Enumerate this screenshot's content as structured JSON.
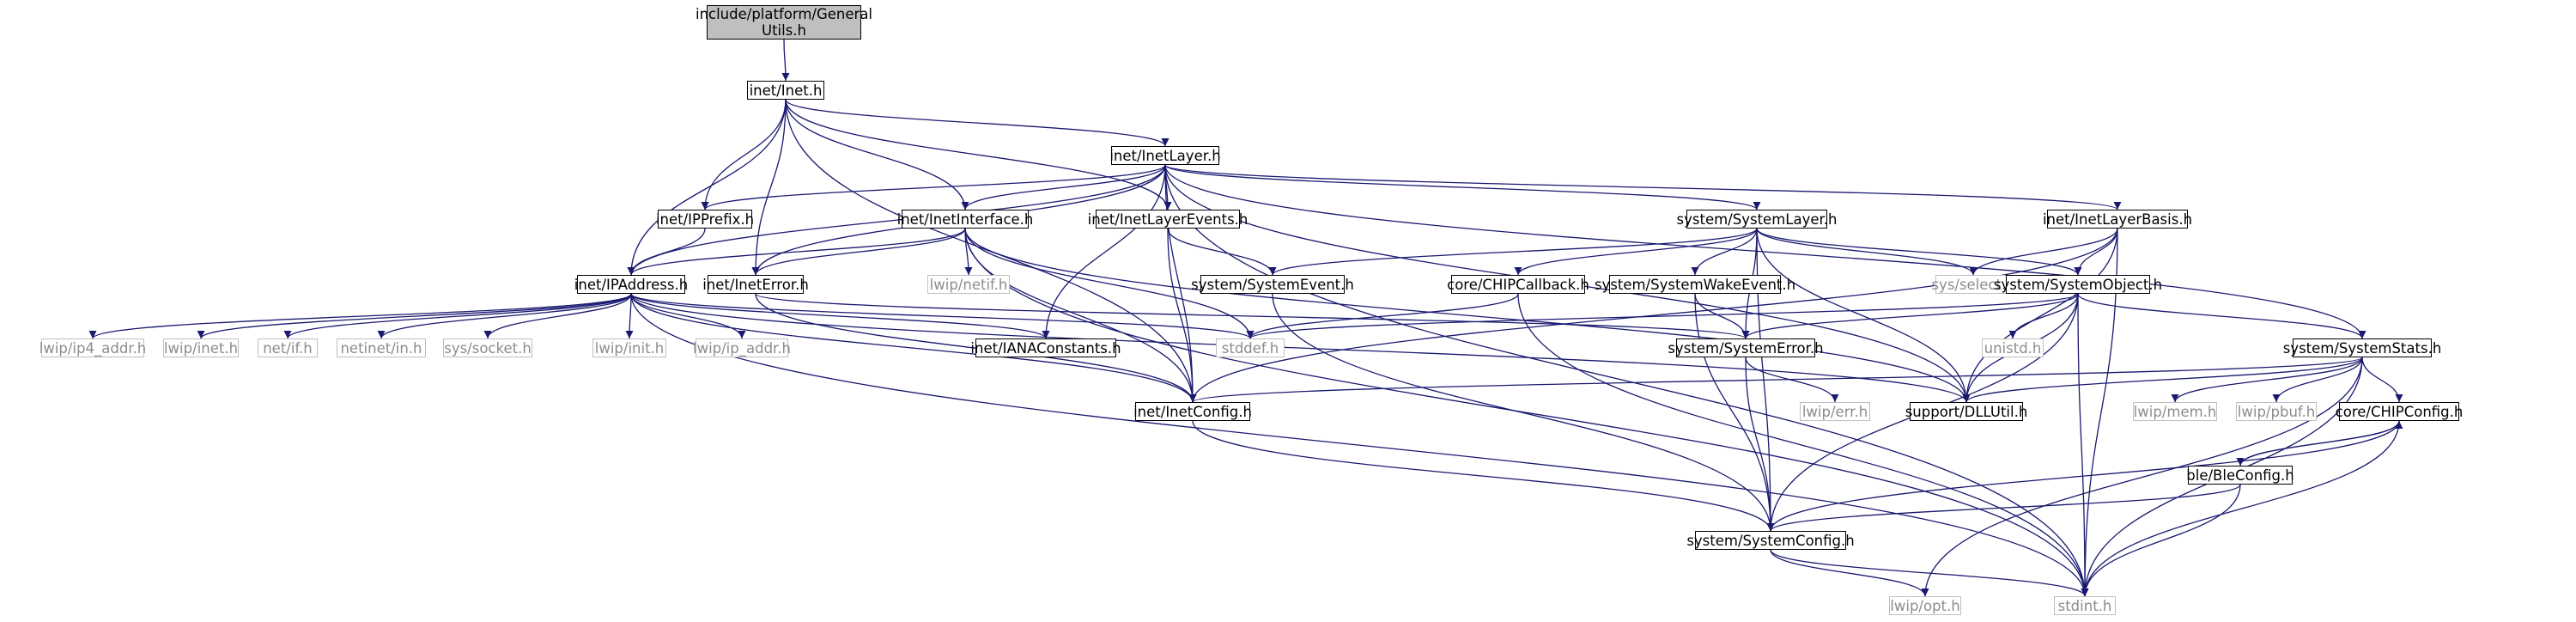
{
  "diagram_title": "",
  "colors": {
    "edge": "#191970",
    "node_border": "#000000",
    "external_border": "#bfbfbf",
    "external_text": "#8c8c8c",
    "root_fill": "#bfbfbf"
  },
  "nodes": {
    "root": "include/platform/General Utils.h",
    "inet_h": "inet/Inet.h",
    "inetlayer": "inet/InetLayer.h",
    "ipprefix": "inet/IPPrefix.h",
    "inetinterface": "inet/InetInterface.h",
    "inetlayerevents": "inet/InetLayerEvents.h",
    "systemlayer": "system/SystemLayer.h",
    "inetlayerbasis": "inet/InetLayerBasis.h",
    "ipaddress": "inet/IPAddress.h",
    "ineterror": "inet/InetError.h",
    "lwip_netif": "lwip/netif.h",
    "systemevent": "system/SystemEvent.h",
    "chipcallback": "core/CHIPCallback.h",
    "systemwakeevent": "system/SystemWakeEvent.h",
    "sys_select": "sys/select.h",
    "systemobject": "system/SystemObject.h",
    "lwip_ip4": "lwip/ip4_addr.h",
    "lwip_inet": "lwip/inet.h",
    "net_if": "net/if.h",
    "netinet_in": "netinet/in.h",
    "sys_socket": "sys/socket.h",
    "lwip_init": "lwip/init.h",
    "lwip_ipaddr": "lwip/ip_addr.h",
    "ianaconstants": "inet/IANAConstants.h",
    "stddef": "stddef.h",
    "systemerror": "system/SystemError.h",
    "unistd": "unistd.h",
    "systemstats": "system/SystemStats.h",
    "inetconfig": "inet/InetConfig.h",
    "dlutil": "support/DLLUtil.h",
    "lwip_err": "lwip/err.h",
    "lwip_mem": "lwip/mem.h",
    "lwip_pbuf": "lwip/pbuf.h",
    "chipconfig": "core/CHIPConfig.h",
    "bleconfig": "ble/BleConfig.h",
    "systemconfig": "system/SystemConfig.h",
    "lwip_opt": "lwip/opt.h",
    "stdint": "stdint.h"
  },
  "edges": [
    [
      "root",
      "inet_h"
    ],
    [
      "inet_h",
      "inetlayer"
    ],
    [
      "inet_h",
      "ipprefix"
    ],
    [
      "inet_h",
      "inetinterface"
    ],
    [
      "inet_h",
      "inetlayerevents"
    ],
    [
      "inet_h",
      "ipaddress"
    ],
    [
      "inet_h",
      "ineterror"
    ],
    [
      "inet_h",
      "inetconfig"
    ],
    [
      "inetlayer",
      "ipprefix"
    ],
    [
      "inetlayer",
      "inetinterface"
    ],
    [
      "inetlayer",
      "inetlayerevents"
    ],
    [
      "inetlayer",
      "systemlayer"
    ],
    [
      "inetlayer",
      "inetlayerbasis"
    ],
    [
      "inetlayer",
      "ipaddress"
    ],
    [
      "inetlayer",
      "ineterror"
    ],
    [
      "inetlayer",
      "ianaconstants"
    ],
    [
      "inetlayer",
      "inetconfig"
    ],
    [
      "inetlayer",
      "dlutil"
    ],
    [
      "inetlayer",
      "systemstats"
    ],
    [
      "inetlayer",
      "stdint"
    ],
    [
      "ipprefix",
      "ipaddress"
    ],
    [
      "inetinterface",
      "ipaddress"
    ],
    [
      "inetinterface",
      "ineterror"
    ],
    [
      "inetinterface",
      "lwip_netif"
    ],
    [
      "inetinterface",
      "stddef"
    ],
    [
      "inetinterface",
      "inetconfig"
    ],
    [
      "inetinterface",
      "dlutil"
    ],
    [
      "inetinterface",
      "stdint"
    ],
    [
      "inetlayerevents",
      "systemevent"
    ],
    [
      "inetlayerevents",
      "inetconfig"
    ],
    [
      "systemlayer",
      "systemevent"
    ],
    [
      "systemlayer",
      "chipcallback"
    ],
    [
      "systemlayer",
      "systemwakeevent"
    ],
    [
      "systemlayer",
      "sys_select"
    ],
    [
      "systemlayer",
      "systemobject"
    ],
    [
      "systemlayer",
      "systemerror"
    ],
    [
      "systemlayer",
      "dlutil"
    ],
    [
      "systemlayer",
      "systemconfig"
    ],
    [
      "inetlayerbasis",
      "sys_select"
    ],
    [
      "inetlayerbasis",
      "systemobject"
    ],
    [
      "inetlayerbasis",
      "inetconfig"
    ],
    [
      "inetlayerbasis",
      "dlutil"
    ],
    [
      "inetlayerbasis",
      "stdint"
    ],
    [
      "ipaddress",
      "lwip_ip4"
    ],
    [
      "ipaddress",
      "lwip_inet"
    ],
    [
      "ipaddress",
      "net_if"
    ],
    [
      "ipaddress",
      "netinet_in"
    ],
    [
      "ipaddress",
      "sys_socket"
    ],
    [
      "ipaddress",
      "lwip_init"
    ],
    [
      "ipaddress",
      "lwip_ipaddr"
    ],
    [
      "ipaddress",
      "ianaconstants"
    ],
    [
      "ipaddress",
      "stddef"
    ],
    [
      "ipaddress",
      "inetconfig"
    ],
    [
      "ipaddress",
      "dlutil"
    ],
    [
      "ipaddress",
      "stdint"
    ],
    [
      "ineterror",
      "systemerror"
    ],
    [
      "ineterror",
      "inetconfig"
    ],
    [
      "systemevent",
      "systemconfig"
    ],
    [
      "chipcallback",
      "stddef"
    ],
    [
      "chipcallback",
      "stdint"
    ],
    [
      "systemwakeevent",
      "systemerror"
    ],
    [
      "systemwakeevent",
      "systemconfig"
    ],
    [
      "systemobject",
      "stddef"
    ],
    [
      "systemobject",
      "systemerror"
    ],
    [
      "systemobject",
      "unistd"
    ],
    [
      "systemobject",
      "dlutil"
    ],
    [
      "systemobject",
      "systemstats"
    ],
    [
      "systemobject",
      "systemconfig"
    ],
    [
      "systemobject",
      "stdint"
    ],
    [
      "systemerror",
      "lwip_err"
    ],
    [
      "systemerror",
      "systemconfig"
    ],
    [
      "systemstats",
      "inetconfig"
    ],
    [
      "systemstats",
      "dlutil"
    ],
    [
      "systemstats",
      "lwip_mem"
    ],
    [
      "systemstats",
      "lwip_pbuf"
    ],
    [
      "systemstats",
      "chipconfig"
    ],
    [
      "systemstats",
      "lwip_opt"
    ],
    [
      "systemstats",
      "stdint"
    ],
    [
      "inetconfig",
      "systemconfig"
    ],
    [
      "chipconfig",
      "bleconfig"
    ],
    [
      "chipconfig",
      "systemconfig"
    ],
    [
      "chipconfig",
      "stdint"
    ],
    [
      "bleconfig",
      "chipconfig"
    ],
    [
      "bleconfig",
      "systemconfig"
    ],
    [
      "bleconfig",
      "stdint"
    ],
    [
      "systemconfig",
      "lwip_opt"
    ],
    [
      "systemconfig",
      "stdint"
    ]
  ]
}
